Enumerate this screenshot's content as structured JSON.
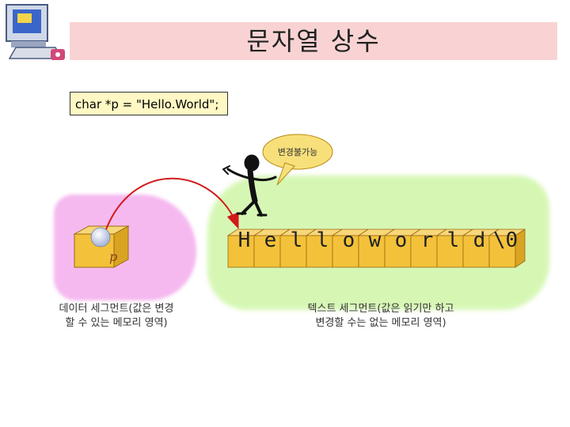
{
  "slide": {
    "title": "문자열 상수"
  },
  "code": {
    "text": "char *p = \"Hello.World\";"
  },
  "pointer_box": {
    "label": "p"
  },
  "string_cells": [
    "H",
    "e",
    "l",
    "l",
    "o",
    "w",
    "o",
    "r",
    "l",
    "d",
    "\\0"
  ],
  "speech_bubble": {
    "text": "변경불가능"
  },
  "captions": {
    "data_segment_line1": "데이터 세그먼트(값은 변경",
    "data_segment_line2": "할 수 있는 메모리 영역)",
    "text_segment_line1": "텍스트 세그먼트(값은 읽기만 하고",
    "text_segment_line2": "변경할 수는 없는 메모리 영역)"
  },
  "colors": {
    "title_bar": "#f9d3d3",
    "code_bg": "#fff8c4",
    "data_region": "#f5b9ef",
    "text_region": "#d6f7b4",
    "box_face": "#f3c23a",
    "arrow": "#d11a1a"
  }
}
